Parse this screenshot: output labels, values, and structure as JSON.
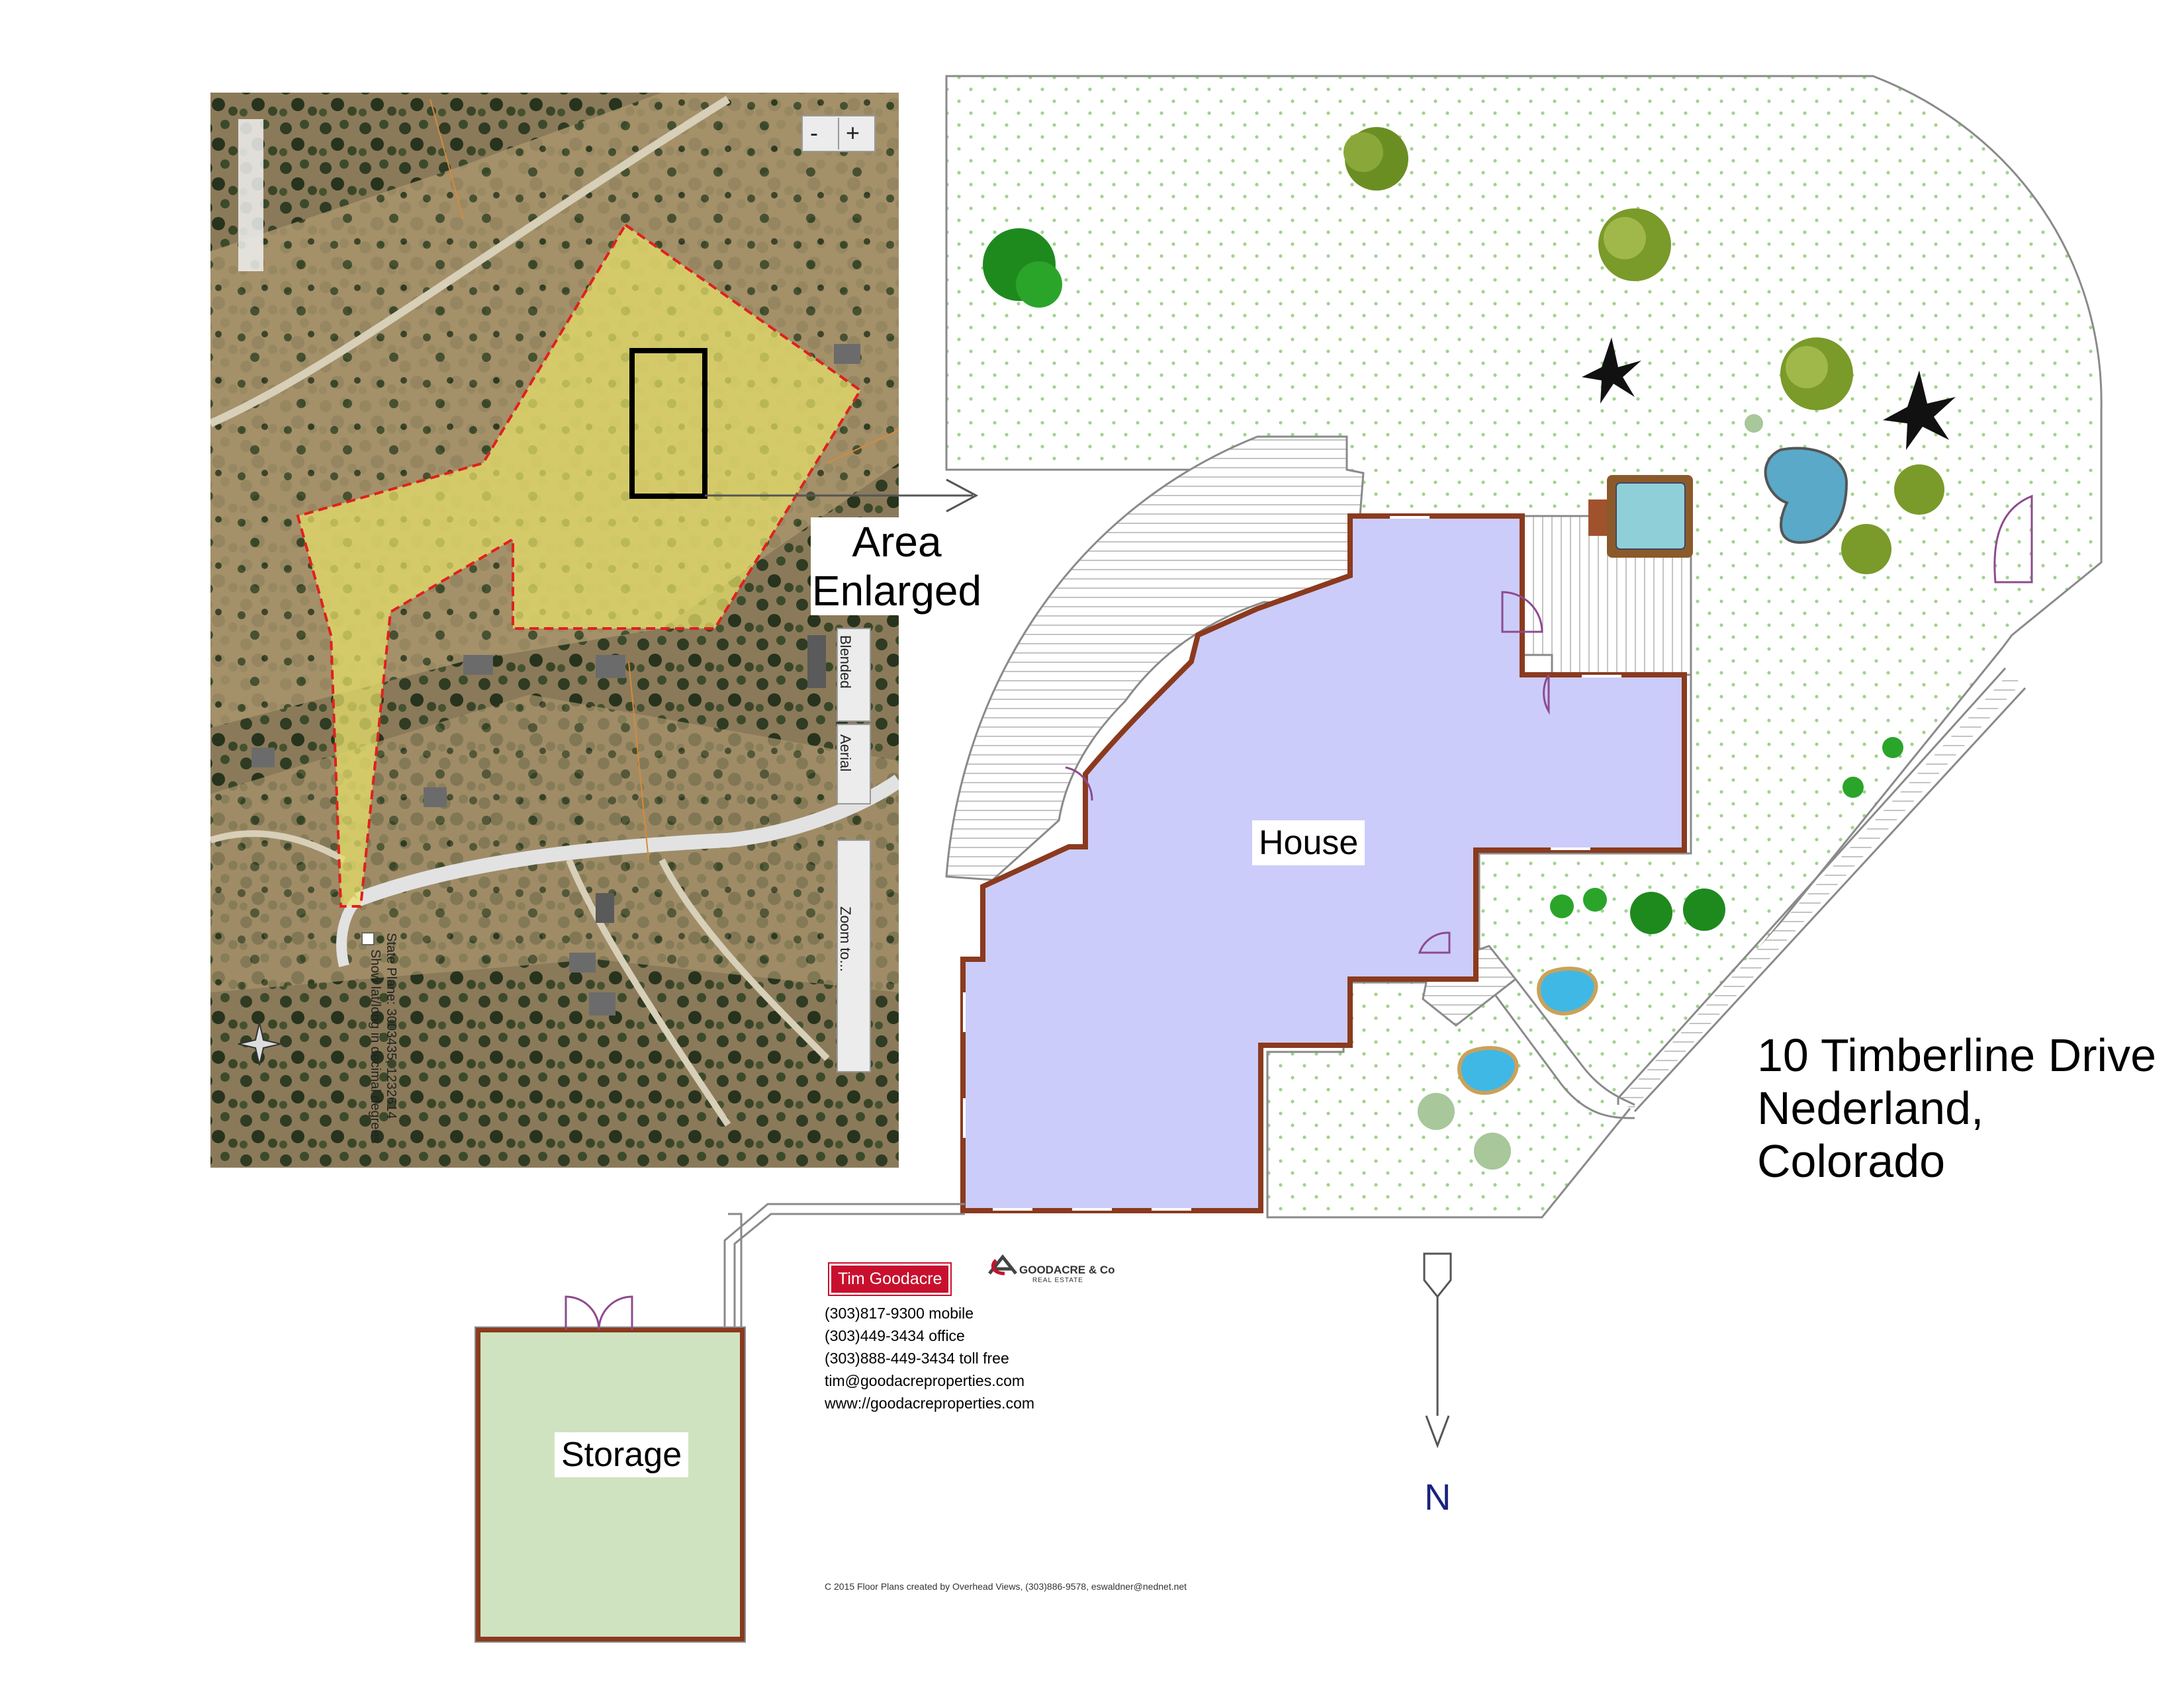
{
  "labels": {
    "area_enlarged_line1": "Area",
    "area_enlarged_line2": "Enlarged",
    "house": "House",
    "storage": "Storage",
    "north": "N"
  },
  "address": {
    "line1": "10 Timberline Drive",
    "line2": "Nederland, Colorado"
  },
  "agent": {
    "name": "Tim Goodacre",
    "brand": "GOODACRE & Co",
    "brand_sub": "REAL ESTATE",
    "contacts": [
      "(303)817-9300   mobile",
      "(303)449-3434  office",
      "(303)888-449-3434  toll free",
      "tim@goodacreproperties.com",
      "www://goodacreproperties.com"
    ]
  },
  "copyright": "C 2015 Floor Plans created by Overhead Views, (303)886-9578, eswaldner@nednet.net",
  "map": {
    "zoom_minus": "-",
    "zoom_plus": "+",
    "layer_blended": "Blended",
    "layer_aerial": "Aerial",
    "zoom_to": "Zoom to...",
    "state_plane": "State Plane: 3003435, 1232614",
    "show_latlong": "Show lat/long in decimal degrees"
  },
  "colors": {
    "house_fill": "#ccccfa",
    "storage_fill": "#cfe3c0",
    "parcel_fill": "#e8e06a",
    "parcel_outline": "#e02020",
    "yard_dot": "#9fd48a",
    "deck": "#ffffff",
    "wall": "#8b3a1e",
    "brand_red": "#c8102e"
  }
}
